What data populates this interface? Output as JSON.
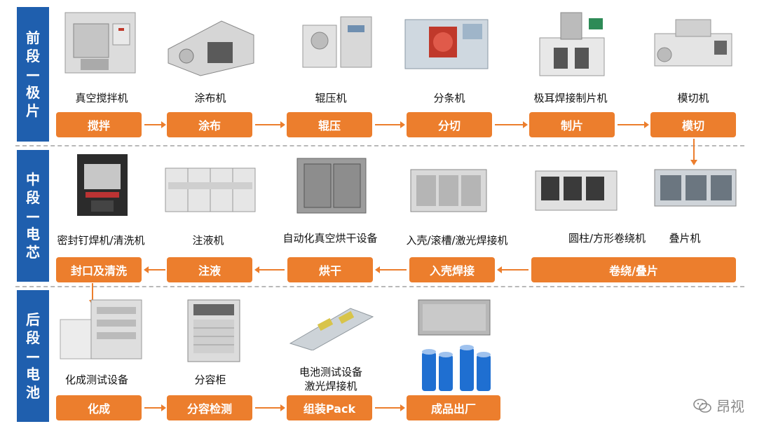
{
  "stages": [
    {
      "label": "前段—极片"
    },
    {
      "label": "中段—电芯"
    },
    {
      "label": "后段—电池"
    }
  ],
  "row1": {
    "machines": [
      "真空搅拌机",
      "涂布机",
      "辊压机",
      "分条机",
      "极耳焊接制片机",
      "模切机"
    ],
    "steps": [
      "搅拌",
      "涂布",
      "辊压",
      "分切",
      "制片",
      "模切"
    ]
  },
  "row2": {
    "machines": [
      "密封钉焊机/清洗机",
      "注液机",
      "自动化真空烘干设备",
      "入壳/滚槽/激光焊接机",
      "圆柱/方形卷绕机",
      "叠片机"
    ],
    "steps": [
      "封口及清洗",
      "注液",
      "烘干",
      "入壳焊接",
      "卷绕/叠片"
    ]
  },
  "row3": {
    "machines": [
      "化成测试设备",
      "分容柜",
      "电池测试设备",
      "激光焊接机"
    ],
    "steps": [
      "化成",
      "分容检测",
      "组装Pack",
      "成品出厂"
    ]
  },
  "watermark": "昂视",
  "colors": {
    "band": "#1f5fae",
    "step": "#ec7e2d",
    "arrow": "#ec7e2d"
  }
}
